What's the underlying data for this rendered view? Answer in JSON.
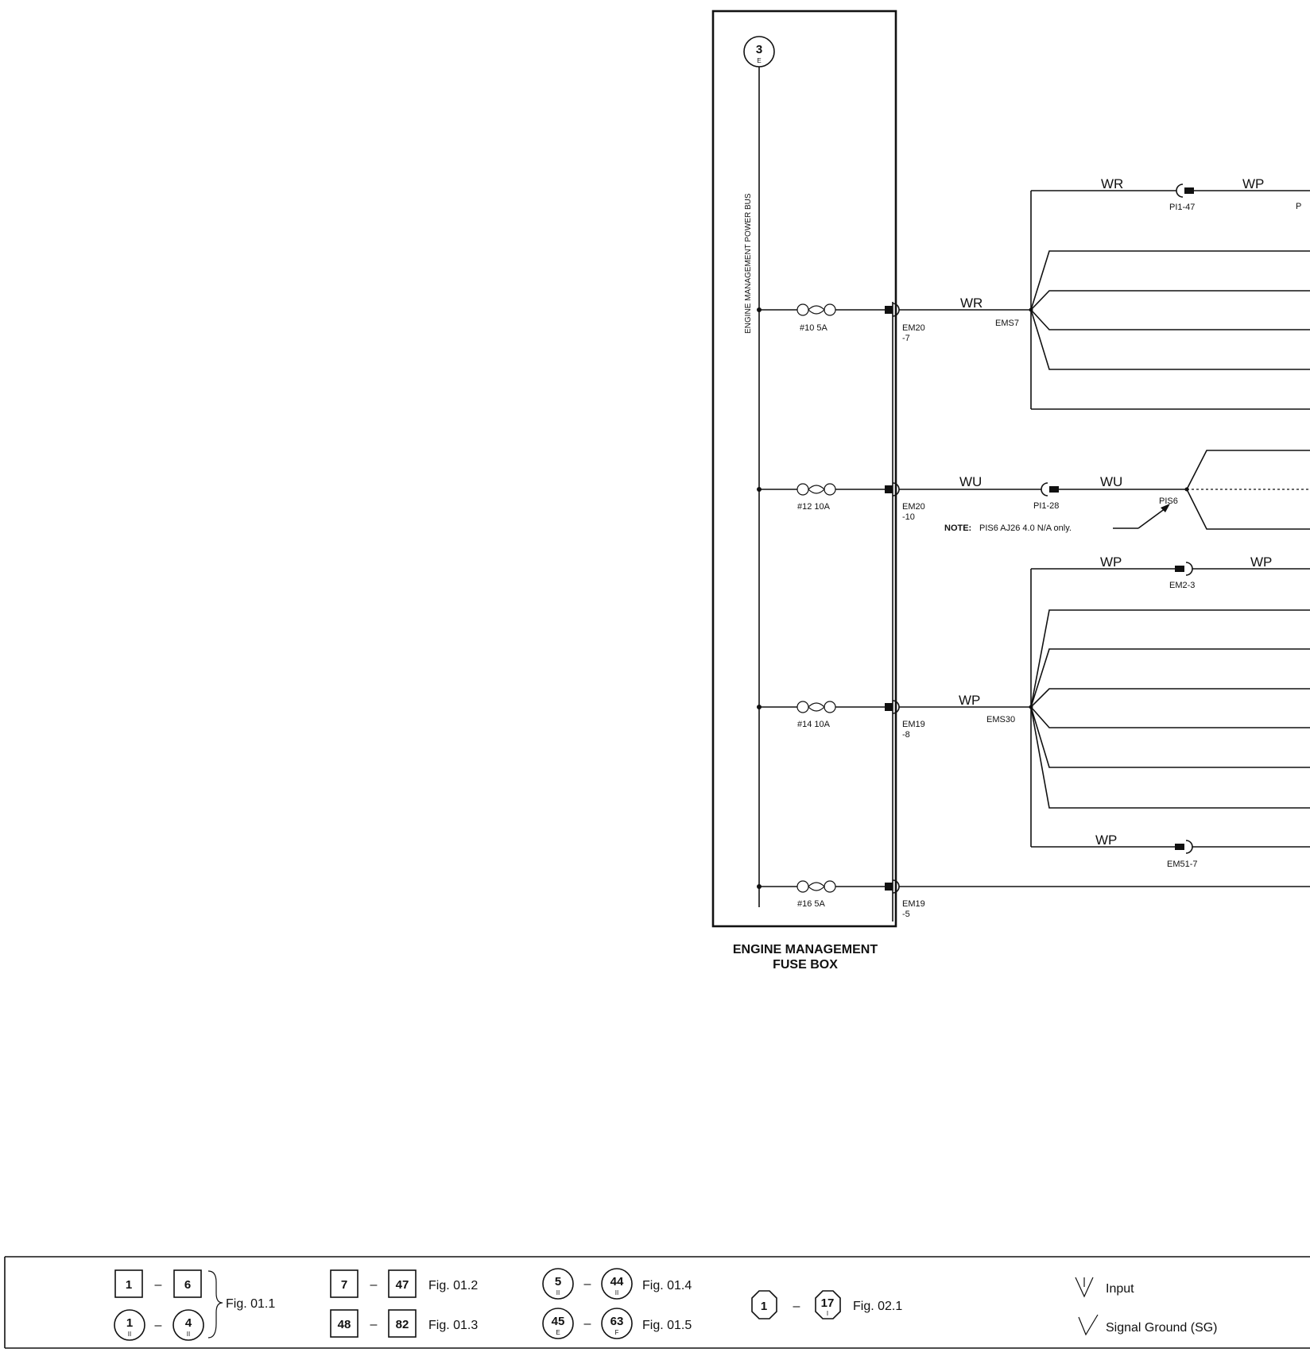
{
  "fuse_box": {
    "bus_label": "ENGINE MANAGEMENT POWER BUS",
    "title_line1": "ENGINE MANAGEMENT",
    "title_line2": "FUSE BOX",
    "source_ref": {
      "number": "3",
      "sub": "E"
    }
  },
  "fuses": [
    {
      "fuse_label": "#10 5A",
      "connector": "EM20",
      "pin": "-7"
    },
    {
      "fuse_label": "#12 10A",
      "connector": "EM20",
      "pin": "-10"
    },
    {
      "fuse_label": "#14 10A",
      "connector": "EM19",
      "pin": "-8"
    },
    {
      "fuse_label": "#16 5A",
      "connector": "EM19",
      "pin": "-5"
    }
  ],
  "wires": {
    "wr_top": "WR",
    "wp_top": "WP",
    "pi147": "PI1-47",
    "p_cut": "P",
    "wr_main": "WR",
    "ems7": "EMS7",
    "wu_main": "WU",
    "pi128": "PI1-28",
    "wu_second": "WU",
    "pis6": "PIS6",
    "note_label": "NOTE:",
    "note_text": "PIS6   AJ26 4.0 N/A only.",
    "wp_em23_left": "WP",
    "em23": "EM2-3",
    "wp_em23_right": "WP",
    "wp_main": "WP",
    "ems30": "EMS30",
    "wp_em517": "WP",
    "em517": "EM51-7"
  },
  "legend": {
    "fig011": "Fig. 01.1",
    "fig012": "Fig. 01.2",
    "fig013": "Fig. 01.3",
    "fig014": "Fig. 01.4",
    "fig015": "Fig. 01.5",
    "fig021": "Fig. 02.1",
    "dash": "–",
    "sq_a1": "1",
    "sq_a2": "6",
    "ci_a1": "1",
    "ci_a1_sub": "II",
    "ci_a2": "4",
    "ci_a2_sub": "II",
    "sq_b1": "7",
    "sq_b2": "47",
    "sq_c1": "48",
    "sq_c2": "82",
    "ci_d1": "5",
    "ci_d1_sub": "II",
    "ci_d2": "44",
    "ci_d2_sub": "II",
    "ci_e1": "45",
    "ci_e1_sub": "E",
    "ci_e2": "63",
    "ci_e2_sub": "F",
    "oc_f1": "1",
    "oc_f2": "17",
    "oc_f2_sub": "I",
    "input_label": "Input",
    "sg_label": "Signal Ground (SG)"
  }
}
